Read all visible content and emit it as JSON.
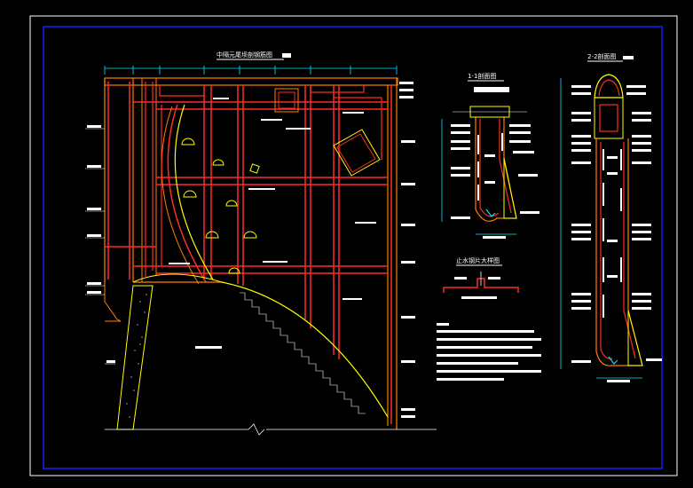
{
  "drawing": {
    "background": "#000000",
    "frame_outer_color": "#ffffff",
    "frame_inner_color": "#0000ff"
  },
  "main_view": {
    "title": "中隔元尾坝剖钢筋图"
  },
  "section_1": {
    "title": "1-1剖面图"
  },
  "section_2": {
    "title": "2-2剖面图"
  },
  "detail": {
    "title": "止水钢片大样图"
  },
  "colors": {
    "rebar_red": "#ff2a2a",
    "orange": "#ff7f00",
    "yellow": "#ffff00",
    "cyan": "#00e5ff",
    "white": "#ffffff",
    "green": "#00ff44",
    "magenta": "#ff00ff"
  }
}
